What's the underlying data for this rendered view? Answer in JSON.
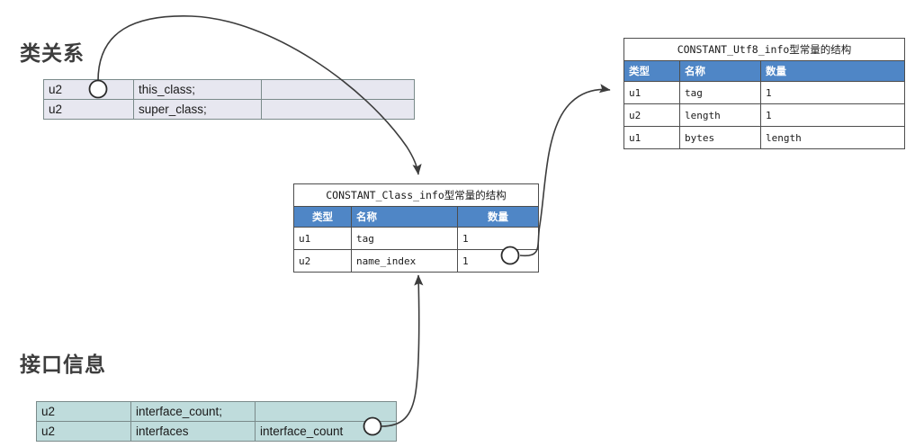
{
  "sections": {
    "class_relation_heading": "类关系",
    "interface_heading": "接口信息"
  },
  "class_relation_table": {
    "rows": [
      {
        "type": "u2",
        "name": "this_class;",
        "count": ""
      },
      {
        "type": "u2",
        "name": "super_class;",
        "count": ""
      }
    ],
    "fill_color": "#e7e7f0"
  },
  "interface_table": {
    "rows": [
      {
        "type": "u2",
        "name": "interface_count;",
        "count": ""
      },
      {
        "type": "u2",
        "name": "interfaces",
        "count": "interface_count"
      }
    ],
    "fill_color": "#bfdcdc"
  },
  "class_info_table": {
    "title": "CONSTANT_Class_info型常量的结构",
    "headers": [
      "类型",
      "名称",
      "数量"
    ],
    "rows": [
      {
        "type": "u1",
        "name": "tag",
        "count": "1"
      },
      {
        "type": "u2",
        "name": "name_index",
        "count": "1"
      }
    ],
    "header_color": "#4f86c6"
  },
  "utf8_info_table": {
    "title": "CONSTANT_Utf8_info型常量的结构",
    "headers": [
      "类型",
      "名称",
      "数量"
    ],
    "rows": [
      {
        "type": "u1",
        "name": "tag",
        "count": "1"
      },
      {
        "type": "u2",
        "name": "length",
        "count": "1"
      },
      {
        "type": "u1",
        "name": "bytes",
        "count": "length"
      }
    ],
    "header_color": "#4f86c6"
  },
  "connectors": [
    {
      "name": "this-class-to-class-info",
      "from": "class_relation.this_class",
      "to": "class_info_table"
    },
    {
      "name": "name-index-to-utf8-info",
      "from": "class_info.name_index",
      "to": "utf8_info_table"
    },
    {
      "name": "interfaces-to-class-info",
      "from": "interface_table.interfaces",
      "to": "class_info_table"
    }
  ]
}
